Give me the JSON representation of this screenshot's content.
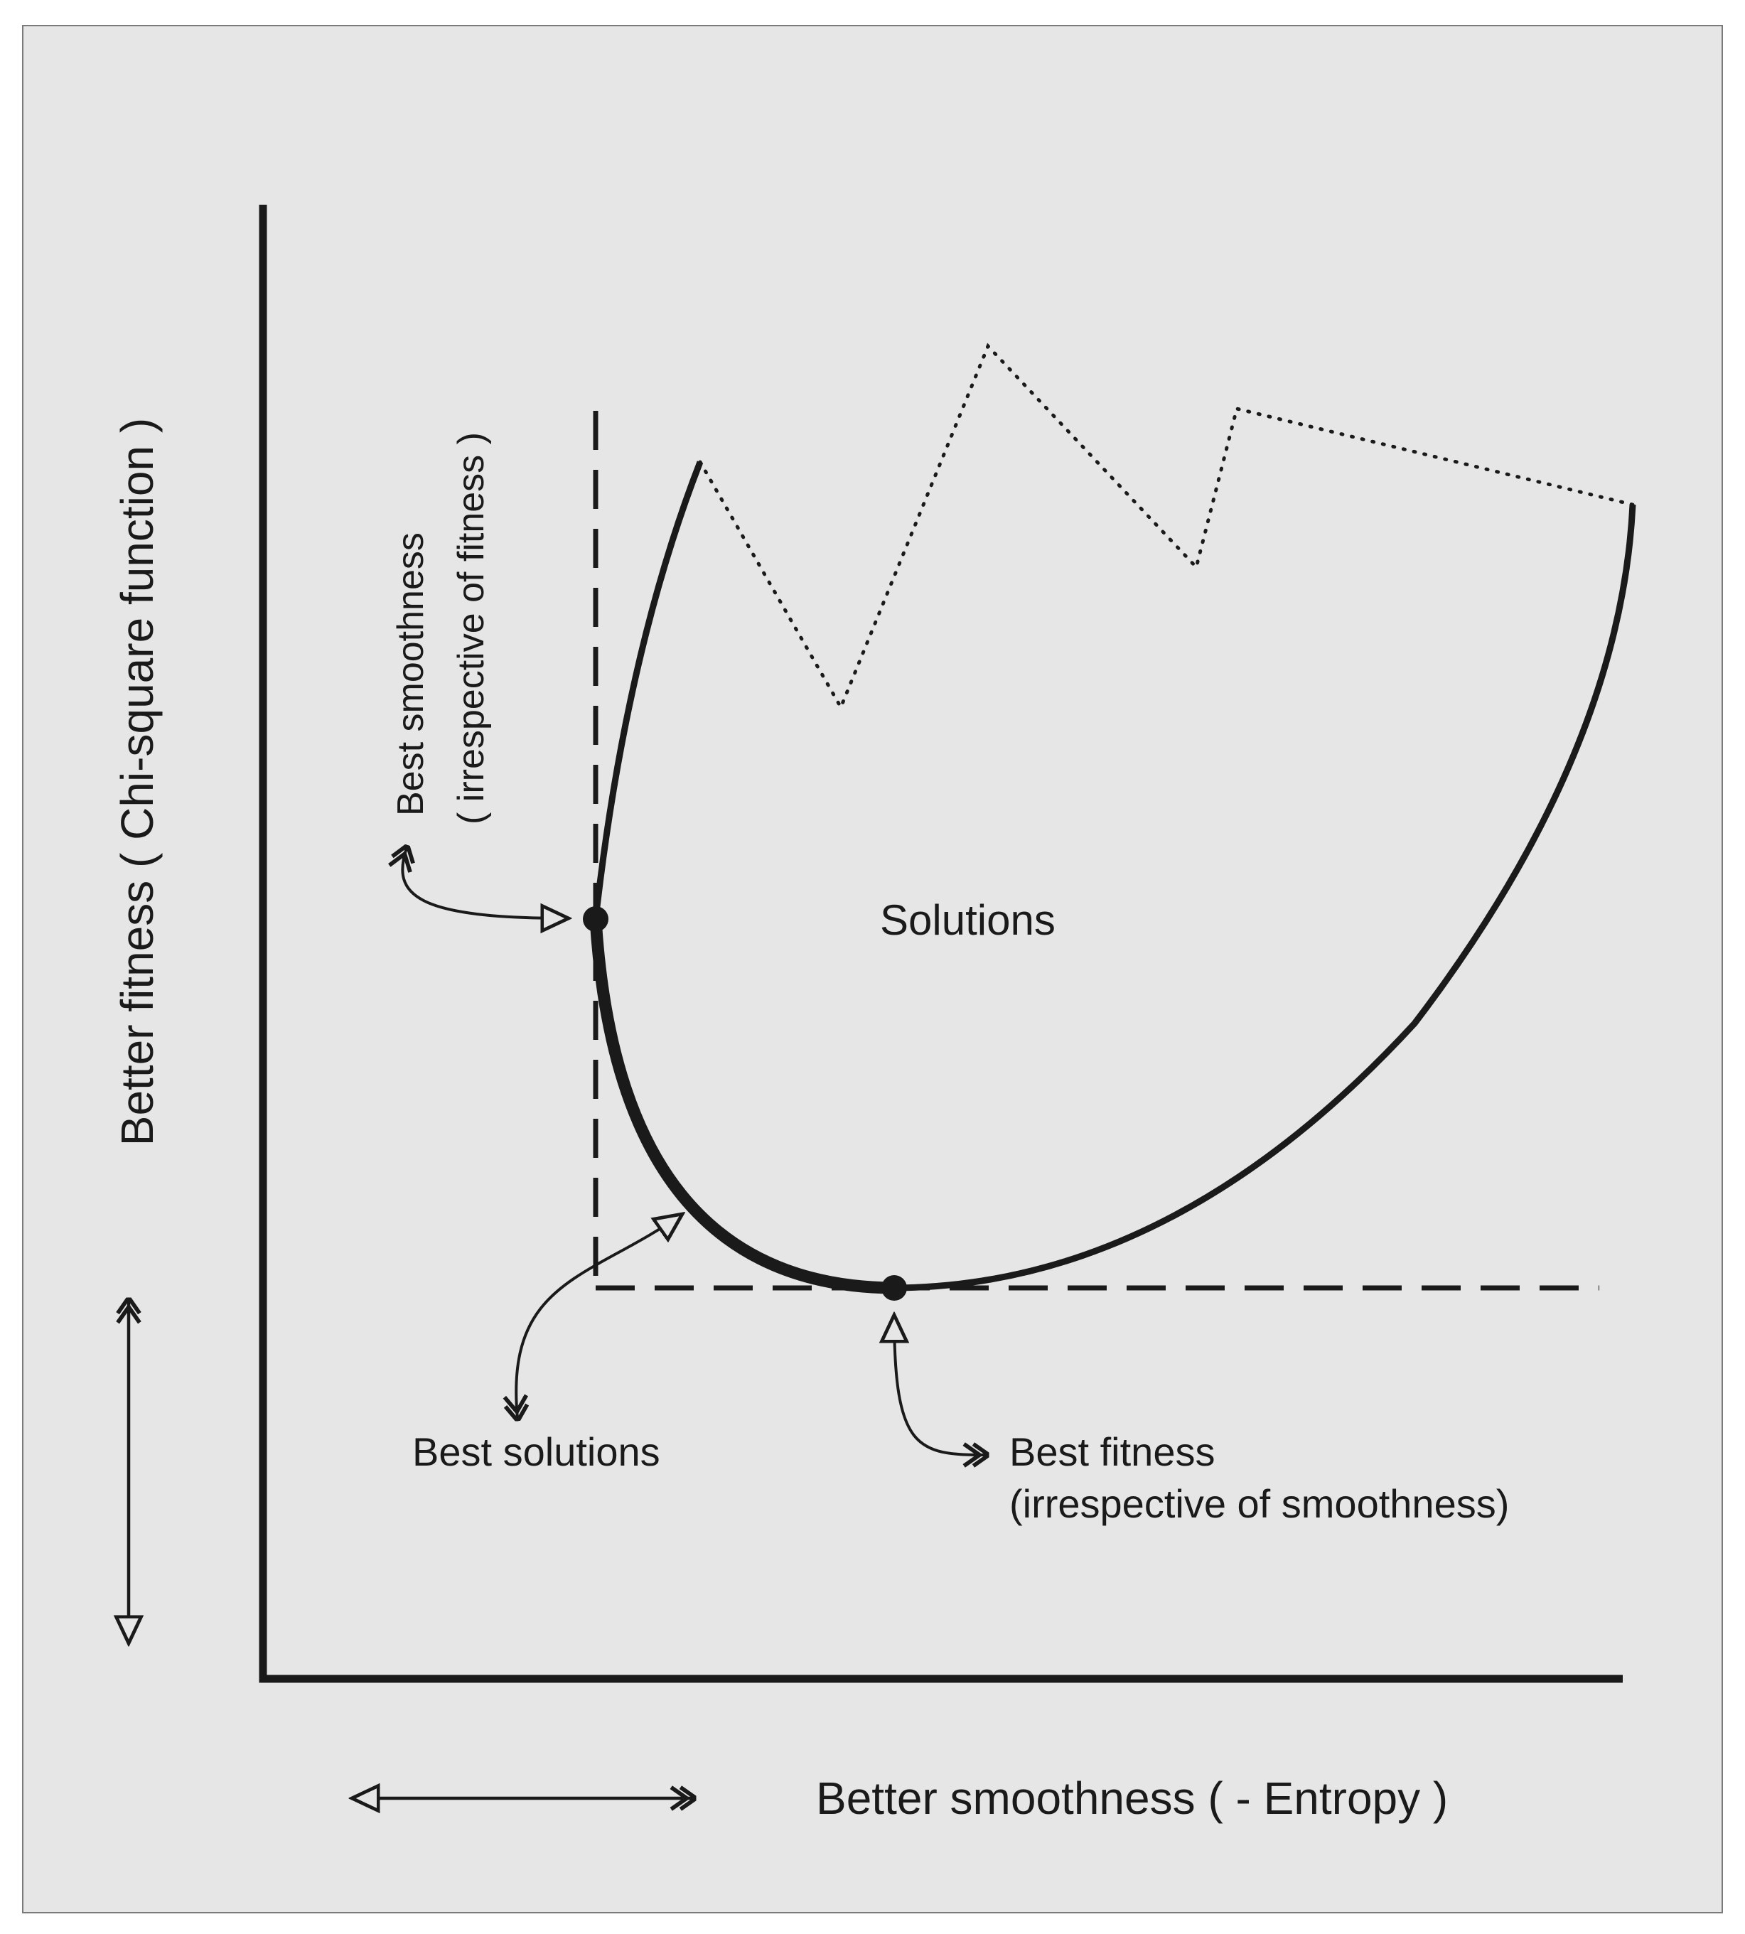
{
  "diagram": {
    "y_axis_label": "Better fitness ( Chi-square function )",
    "x_axis_label": "Better smoothness ( - Entropy )",
    "region_label": "Solutions",
    "best_smoothness_label": [
      "Best smoothness",
      "( irrespective of fitness )"
    ],
    "best_solutions_label": "Best solutions",
    "best_fitness_label": [
      "Best fitness",
      "(irrespective of smoothness)"
    ]
  },
  "colors": {
    "background": "#e6e6e6",
    "ink": "#1a1a1a",
    "border": "#7a7a7a"
  }
}
